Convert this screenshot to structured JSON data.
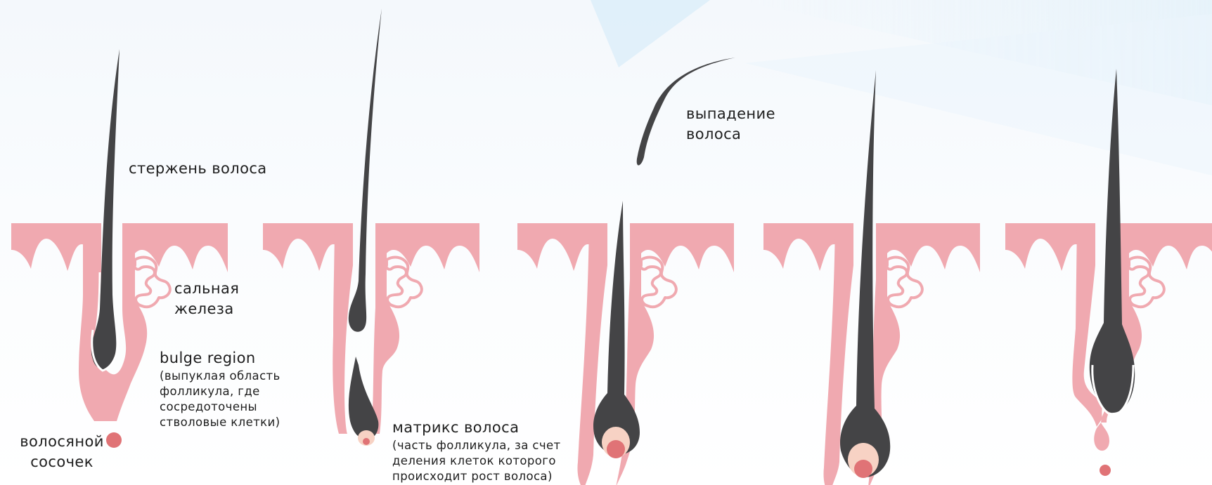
{
  "colors": {
    "skin": "#f0a9b0",
    "hair": "#444446",
    "papilla": "#e07376",
    "matrix": "#f7d2c4",
    "text": "#1e1e1e",
    "background": "#f4f8fc"
  },
  "icons": [
    "hair-follicle-illustration"
  ],
  "labels": {
    "hair_shaft": "стержень волоса",
    "sebaceous_gland": [
      "сальная",
      "железа"
    ],
    "bulge_title": "bulge region",
    "bulge_desc": [
      "(выпуклая область",
      "фолликула, где",
      "сосредоточены",
      "стволовые клетки)"
    ],
    "papilla": [
      "волосяной",
      "сосочек"
    ],
    "matrix_title": "матрикс волоса",
    "matrix_desc": [
      "(часть фолликула, за счет",
      "деления клеток которого",
      "происходит рост волоса)"
    ],
    "hair_loss": [
      "выпадение",
      "волоса"
    ]
  }
}
